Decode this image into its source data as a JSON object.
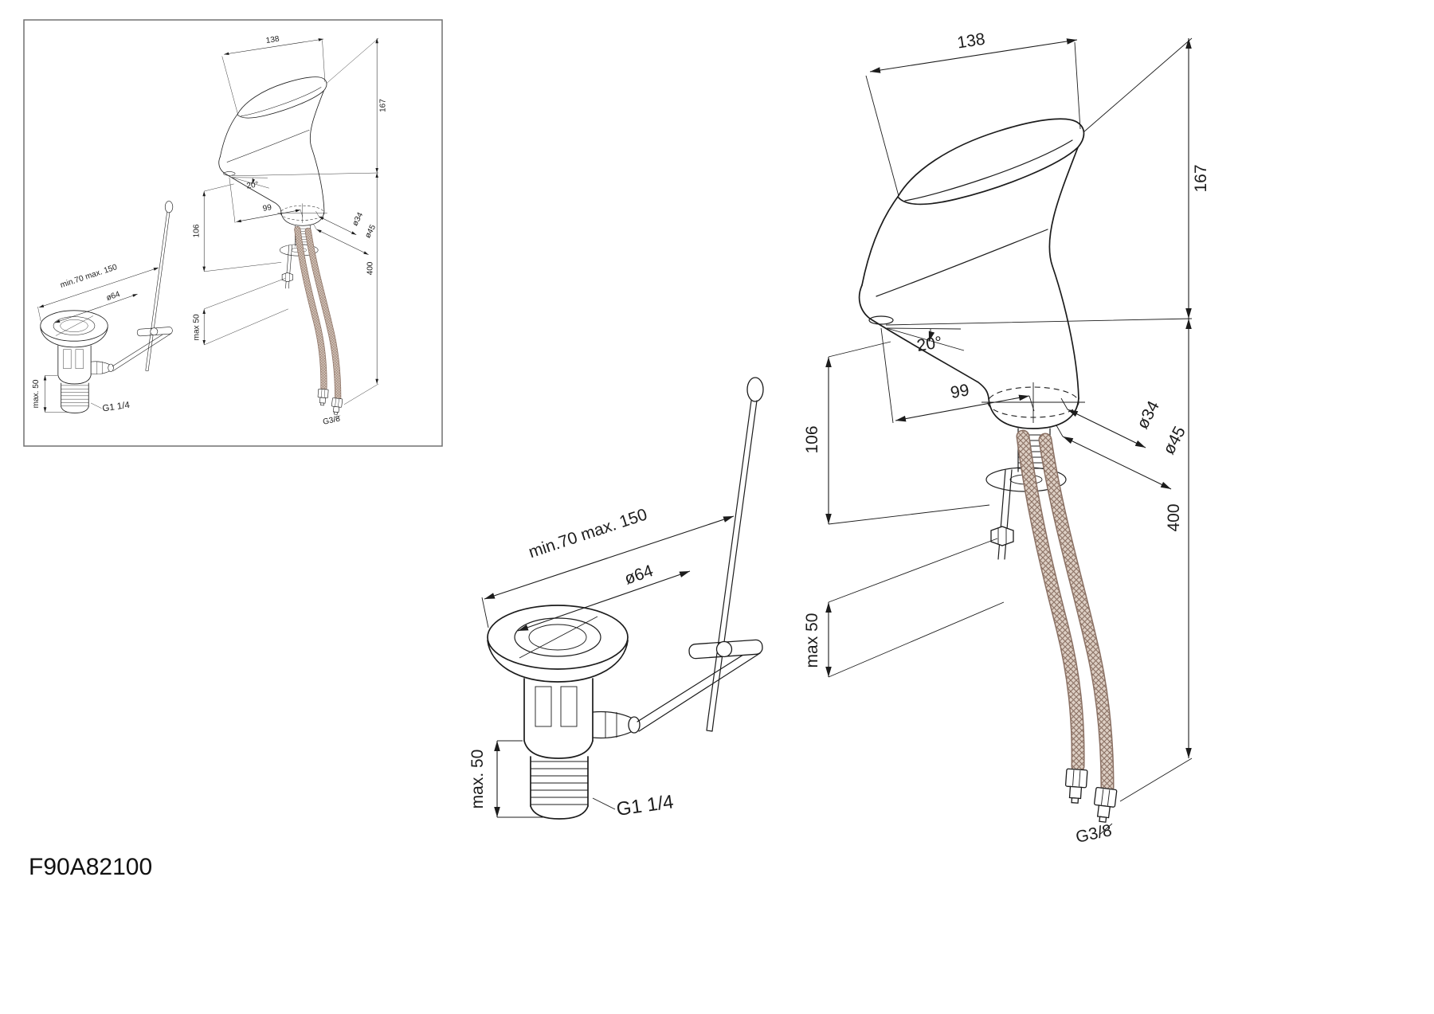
{
  "product_code": "F90A82100",
  "colors": {
    "line": "#1c1c1c",
    "hose_edge": "#8a7063",
    "hose_fill": "#ddcfc4",
    "background": "#ffffff",
    "inset_border": "#707070"
  },
  "faucet": {
    "dim_width": "138",
    "dim_height": "167",
    "dim_spout_angle": "20°",
    "dim_spout_reach": "99",
    "dim_height_to_deck": "106",
    "dim_tail_diameter": "ø34",
    "dim_base_diameter": "ø45",
    "dim_hose_length": "400",
    "dim_deck_max": "max 50",
    "hose_thread": "G3/8"
  },
  "drain": {
    "dim_rod_range": "min.70 max. 150",
    "dim_flange_diameter": "ø64",
    "dim_deck_max": "max. 50",
    "thread": "G1 1/4"
  }
}
